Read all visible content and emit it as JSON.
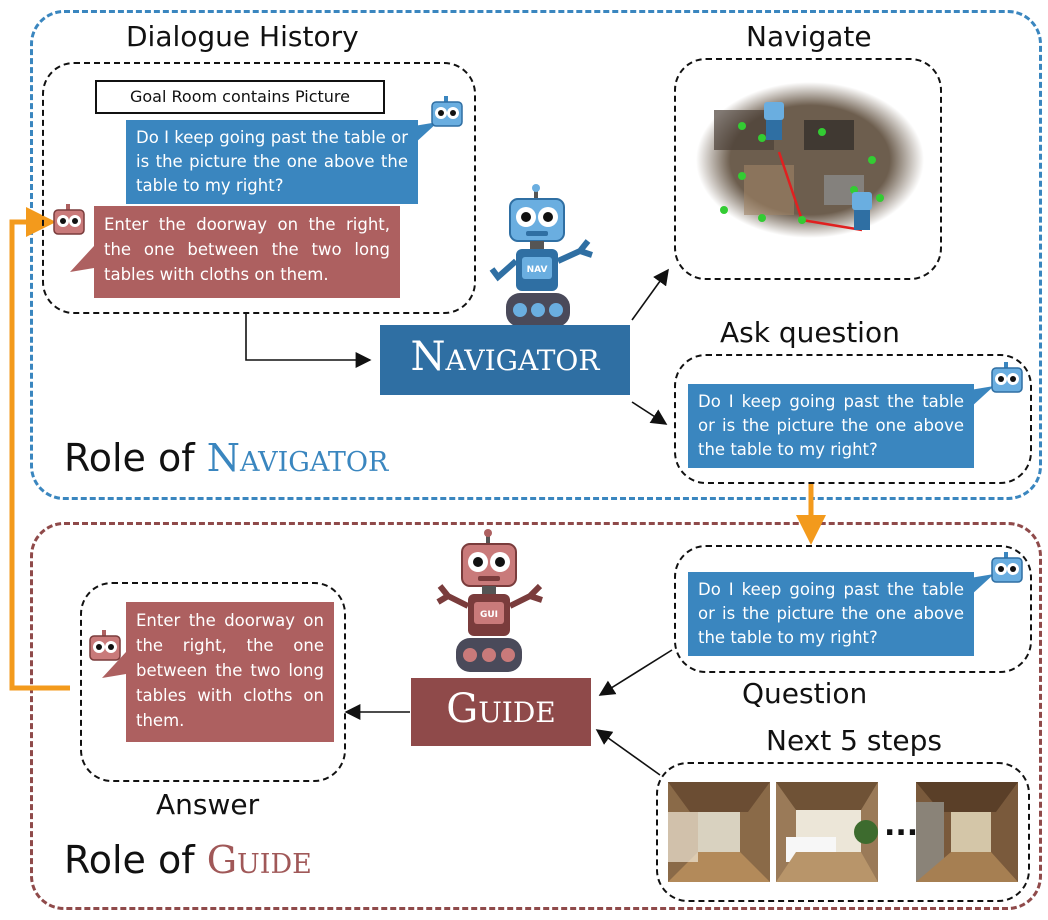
{
  "navigator_section": {
    "dialogue_history_label": "Dialogue History",
    "goal_text": "Goal Room contains Picture",
    "nav_question": "Do I keep going past the table or is the picture the one above the table to my right?",
    "guide_answer": "Enter the doorway on the right, the one between the two long tables with cloths on them.",
    "navigate_label": "Navigate",
    "ask_question_label": "Ask question",
    "ask_question_text": "Do I keep going past the table or is the picture the one above the table to my right?",
    "navigator_box_label": "Navigator",
    "role_prefix": "Role of",
    "role_name": "Navigator",
    "robot_badge": "NAV"
  },
  "guide_section": {
    "question_text": "Do I keep going past the table or is the picture the one above the table to my right?",
    "question_label": "Question",
    "next_steps_label": "Next 5 steps",
    "ellipsis": "...",
    "guide_box_label": "Guide",
    "answer_text": "Enter the doorway on the right, the one between the two long tables with cloths on them.",
    "answer_label": "Answer",
    "role_prefix": "Role of",
    "role_name": "Guide",
    "robot_badge": "GUI"
  },
  "colors": {
    "navigator_blue": "#2f6fa3",
    "bubble_blue": "#3a86bf",
    "guide_red": "#8f4a4a",
    "bubble_red": "#ad6060",
    "feedback_orange": "#f39a1c"
  }
}
